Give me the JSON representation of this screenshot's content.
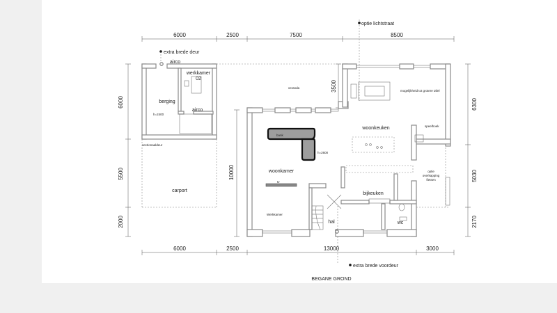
{
  "dimensions": {
    "top": [
      "6000",
      "2500",
      "7500",
      "8500"
    ],
    "bottom": [
      "6000",
      "2500",
      "13000",
      "3000"
    ],
    "left": [
      "6000",
      "5500",
      "2000"
    ],
    "right": [
      "6300",
      "5030",
      "2170"
    ],
    "inner": [
      "10000",
      "3500"
    ]
  },
  "annotations": {
    "extra_wide_door": "extra brede deur",
    "skylight_option": "optie lichtstraat",
    "extra_wide_front_door": "extra brede voordeur"
  },
  "rooms": {
    "airco_top": "airco",
    "office": "werkkamer",
    "office_number": "02",
    "storage": "berging",
    "storage_height": "h=2400",
    "airco_bottom": "airco",
    "sectional_door": "sectionaaldeur",
    "carport": "carport",
    "veranda": "veranda",
    "big_table_note": "mogelijkheid tot grotere tafel",
    "playroom": "speelhoek",
    "kitchen_living": "woonkeuken",
    "bank": "bank",
    "bank_height": "h=2600",
    "living_room": "woonkamer",
    "study": "Werkkamer",
    "tv": "tv",
    "back_kitchen": "bijkeuken",
    "bicycle_option_1": "optie",
    "bicycle_option_2": "overkapping",
    "bicycle_option_3": "fietsen",
    "hall": "hal",
    "wc": "wc"
  },
  "title": "BEGANE GROND",
  "colors": {
    "background": "#f0f0f0",
    "sheet": "#ffffff",
    "wall_stroke": "#8a8a8a",
    "sofa_fill": "#9e9e9e"
  },
  "icons": {
    "annotation_marker": "filled-dot"
  }
}
